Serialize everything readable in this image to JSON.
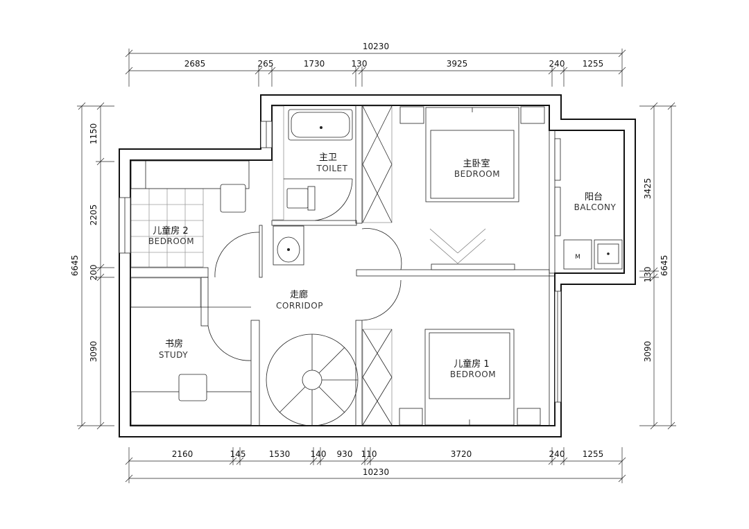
{
  "dimensions": {
    "top_total": "10230",
    "top_segments": [
      "2685",
      "265",
      "1730",
      "130",
      "3925",
      "240",
      "1255"
    ],
    "bottom_segments": [
      "2160",
      "145",
      "1530",
      "140",
      "930",
      "110",
      "3720",
      "240",
      "1255"
    ],
    "bottom_total": "10230",
    "left_segments": [
      "1150",
      "2205",
      "200",
      "3090"
    ],
    "left_total": "6645",
    "right_segments": [
      "3425",
      "130",
      "3090"
    ],
    "right_total": "6645"
  },
  "rooms": {
    "master_bath": {
      "cn": "主卫",
      "en": "TOILET"
    },
    "master_bedroom": {
      "cn": "主卧室",
      "en": "BEDROOM"
    },
    "balcony": {
      "cn": "阳台",
      "en": "BALCONY"
    },
    "child_room_2": {
      "cn": "儿童房 2",
      "en": "BEDROOM"
    },
    "corridor": {
      "cn": "走廊",
      "en": "CORRIDOP"
    },
    "study": {
      "cn": "书房",
      "en": "STUDY"
    },
    "child_room_1": {
      "cn": "儿童房 1",
      "en": "BEDROOM"
    }
  },
  "appliance_marks": {
    "washer": "M"
  }
}
